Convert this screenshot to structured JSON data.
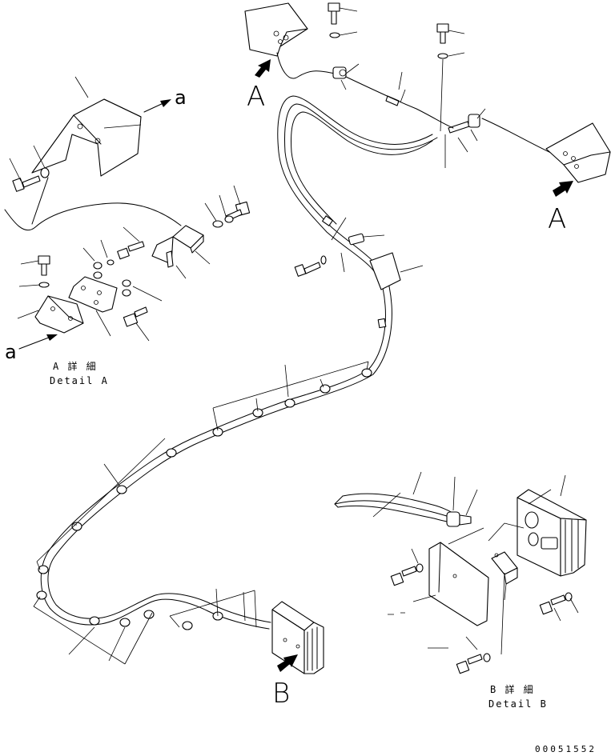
{
  "labels": {
    "view_A_left": "A",
    "view_A_right": "A",
    "view_B": "B",
    "ref_a_top": "a",
    "ref_a_bottom": "a"
  },
  "captions": {
    "detail_a_jp": "A 詳 細",
    "detail_a_en": "Detail A",
    "detail_b_jp": "B 詳 細",
    "detail_b_en": "Detail B"
  },
  "drawing_code": "00051552"
}
